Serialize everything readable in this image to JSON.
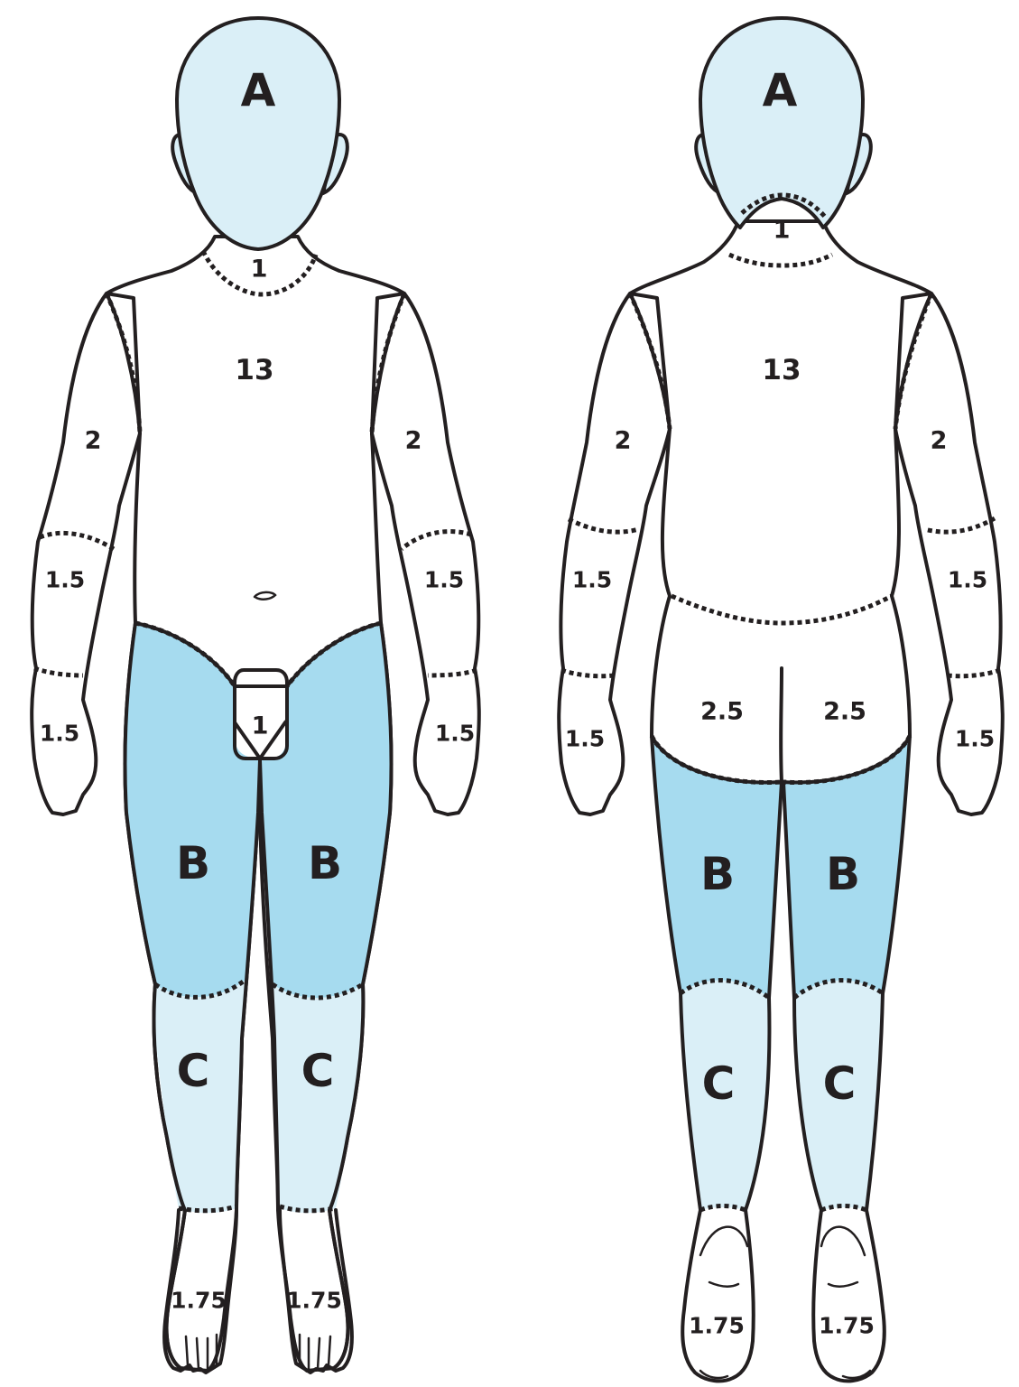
{
  "colors": {
    "outline": "#231f20",
    "region_a_c": "#daeff7",
    "region_b": "#a6dbef",
    "skin": "#ffffff"
  },
  "front": {
    "head": "A",
    "neck": "1",
    "trunk": "13",
    "upper_arm_right": "2",
    "upper_arm_left": "2",
    "forearm_right": "1.5",
    "forearm_left": "1.5",
    "hand_right": "1.5",
    "hand_left": "1.5",
    "genitals": "1",
    "thigh_right": "B",
    "thigh_left": "B",
    "lower_leg_right": "C",
    "lower_leg_left": "C",
    "foot_right": "1.75",
    "foot_left": "1.75"
  },
  "back": {
    "head": "A",
    "neck": "1",
    "trunk": "13",
    "upper_arm_left": "2",
    "upper_arm_right": "2",
    "forearm_left": "1.5",
    "forearm_right": "1.5",
    "hand_left": "1.5",
    "hand_right": "1.5",
    "buttock_left": "2.5",
    "buttock_right": "2.5",
    "thigh_left": "B",
    "thigh_right": "B",
    "lower_leg_left": "C",
    "lower_leg_right": "C",
    "foot_left": "1.75",
    "foot_right": "1.75"
  }
}
